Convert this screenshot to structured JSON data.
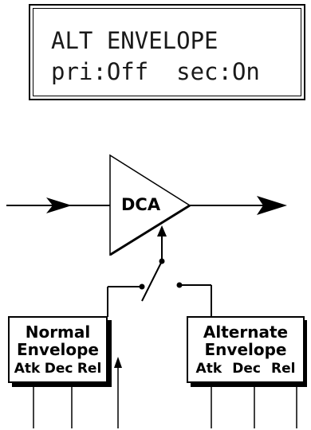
{
  "display": {
    "line1": "ALT ENVELOPE",
    "line2": "pri:Off  sec:On"
  },
  "amplifier": {
    "label": "DCA"
  },
  "envelopes": {
    "normal": {
      "title_line1": "Normal",
      "title_line2": "Envelope",
      "params": [
        "Atk",
        "Dec",
        "Rel"
      ]
    },
    "alternate": {
      "title_line1": "Alternate",
      "title_line2": "Envelope",
      "params": [
        "Atk",
        "Dec",
        "Rel"
      ]
    }
  }
}
